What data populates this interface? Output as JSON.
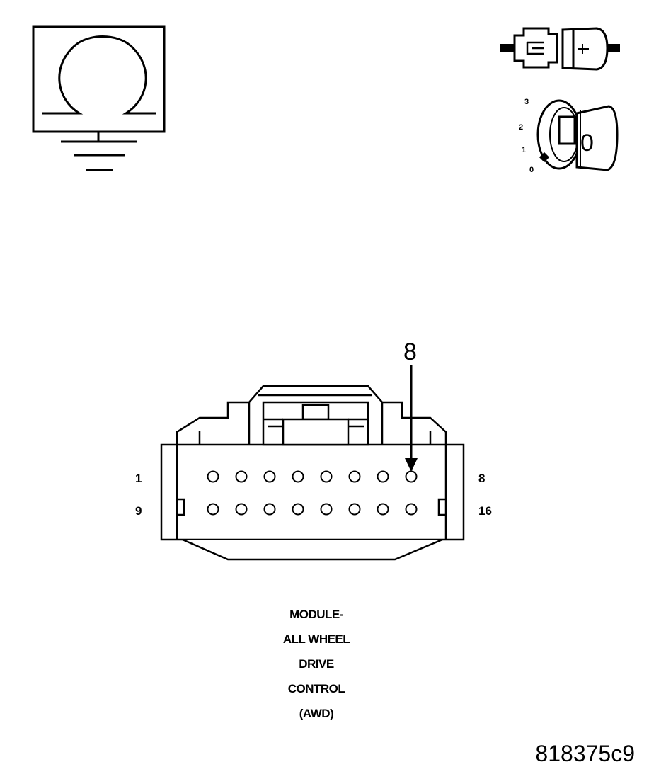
{
  "callout": {
    "pin_label": "8"
  },
  "connector": {
    "row_labels": {
      "top_left": "1",
      "top_right": "8",
      "bottom_left": "9",
      "bottom_right": "16"
    },
    "pins_per_row": 8,
    "rows": 2,
    "highlighted_pin": 8
  },
  "ignition_key": {
    "positions": [
      "3",
      "2",
      "1",
      "0"
    ],
    "key_symbol": "0"
  },
  "icons": [
    "ohmmeter-ground-icon",
    "connector-disconnect-icon",
    "ignition-key-off-icon"
  ],
  "caption": {
    "lines": [
      "MODULE-",
      "ALL WHEEL",
      "DRIVE",
      "CONTROL",
      "(AWD)"
    ]
  },
  "figure_id": "818375c9"
}
